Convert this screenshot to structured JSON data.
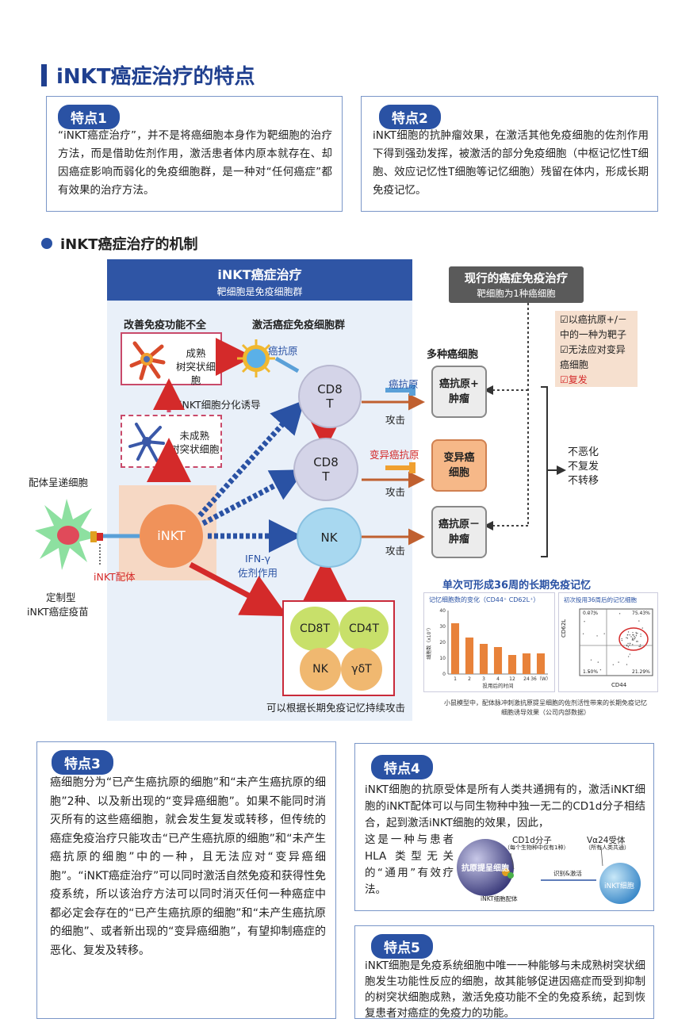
{
  "title": "iNKT癌症治疗的特点",
  "feature1": {
    "label": "特点1",
    "text": "“iNKT癌症治疗”，并不是将癌细胞本身作为靶细胞的治疗方法，而是借助佐剂作用，激活患者体内原本就存在、却因癌症影响而弱化的免疫细胞群，是一种对“任何癌症”都有效果的治疗方法。"
  },
  "feature2": {
    "label": "特点2",
    "text": "iNKT细胞的抗肿瘤效果，在激活其他免疫细胞的佐剂作用下得到强劲发挥，被激活的部分免疫细胞（中枢记忆性T细胞、效应记忆性T细胞等记忆细胞）残留在体内，形成长期免疫记忆。"
  },
  "mechanism": {
    "title": "iNKT癌症治疗的机制",
    "header_title": "iNKT癌症治疗",
    "header_sub": "靶细胞是免疫细胞群",
    "left_title": "改善免疫功能不全",
    "mid_title": "激活癌症免疫细胞群",
    "mature": "成熟\n树突状细胞",
    "immature": "未成熟\n树突状细胞",
    "diff": "iNKT细胞分化诱导",
    "apc": "配体呈递细胞",
    "inkt": "iNKT",
    "ligand": "iNKT配体",
    "vaccine1": "定制型",
    "vaccine2": "iNKT癌症疫苗",
    "antigen_a": "癌抗原",
    "antigen_b": "癌抗原",
    "antigen_c": "变异癌抗原",
    "cd8": "CD8\nT",
    "cd8b": "CD8\nT",
    "nk": "NK",
    "ifn": "IFN-γ\n佐剂作用",
    "attack1": "攻击",
    "attack2": "攻击",
    "attack3": "攻击",
    "cells": [
      "CD8T",
      "CD4T",
      "NK",
      "γδT"
    ],
    "memory": "可以根据长期免疫记忆持续攻击",
    "many": "多种癌细胞",
    "box1": "癌抗原+\n肿瘤",
    "box2": "变异癌\n细胞",
    "box3": "癌抗原－\n肿瘤",
    "current_title": "现行的癌症免疫治疗",
    "current_sub": "靶细胞为1种癌细胞",
    "checks": [
      "☑以癌抗原+/－",
      "中的一种为靶子",
      "☑无法应对变异",
      "癌细胞",
      "☑复发"
    ],
    "outcomes": [
      "不恶化",
      "不复发",
      "不转移"
    ]
  },
  "chart_data": {
    "type": "bar",
    "title": "单次可形成36周的长期免疫记忆",
    "subtitle": "记忆细胞数的变化（CD44⁺ CD62L⁺）",
    "categories": [
      "1",
      "2",
      "3",
      "4",
      "12",
      "24",
      "36"
    ],
    "values": [
      32,
      23,
      19,
      17,
      12,
      13,
      13
    ],
    "xunit": "（W）",
    "xlabel": "投用后的时间",
    "ylabel": "细胞数（x10⁷）",
    "ylim": [
      0,
      40
    ],
    "yticks": [
      "0",
      "10",
      "20",
      "30",
      "40"
    ],
    "color": "#e8823a"
  },
  "scatter_title": "初次投用36周后的记忆细胞",
  "scatter_axes": {
    "y": "CD62L",
    "x": "CD44"
  },
  "scatter_quads": [
    "0.07%",
    "75.43%",
    "1.50%",
    "21.29%"
  ],
  "chart_caption1": "小鼠模型中，配体脉冲刺激抗原提呈细胞的佐剂活性带来的长期免疫记忆",
  "chart_caption2": "细胞诱导效果（公司内部数据）",
  "feature3": {
    "label": "特点3",
    "text": "癌细胞分为“已产生癌抗原的细胞”和“未产生癌抗原的细胞”2种、以及新出现的“变异癌细胞”。如果不能同时消灭所有的这些癌细胞，就会发生复发或转移，但传统的癌症免疫治疗只能攻击“已产生癌抗原的细胞”和“未产生癌抗原的细胞”中的一种，且无法应对“变异癌细胞”。“iNKT癌症治疗”可以同时激活自然免疫和获得性免疫系统，所以该治疗方法可以同时消灭任何一种癌症中都必定会存在的“已产生癌抗原的细胞”和“未产生癌抗原的细胞”、或者新出现的“变异癌细胞”，有望抑制癌症的恶化、复发及转移。"
  },
  "feature4": {
    "label": "特点4",
    "text1": "iNKT细胞的抗原受体是所有人类共通拥有的，激活iNKT细胞的iNKT配体可以与同生物种中独一无二的CD1d分子相结合，起到激活iNKT细胞的效果，因此，",
    "text2": "这是一种与患者HLA 类型无关的“通用”有效疗法。",
    "apc": "抗原提呈细胞",
    "cd1d": "CD1d分子",
    "cd1d_sub": "（每个生物种中仅有1种）",
    "va24": "Vα24受体",
    "va24_sub": "（所有人类共通）",
    "recog": "识别&激活",
    "ligand": "iNKT细胞配体",
    "inkt": "iNKT细胞"
  },
  "feature5": {
    "label": "特点5",
    "text": "iNKT细胞是免疫系统细胞中唯一一种能够与未成熟树突状细胞发生功能性反应的细胞，故其能够促进因癌症而受到抑制的树突状细胞成熟，激活免疫功能不全的免疫系统，起到恢复患者对癌症的免疫力的功能。"
  }
}
